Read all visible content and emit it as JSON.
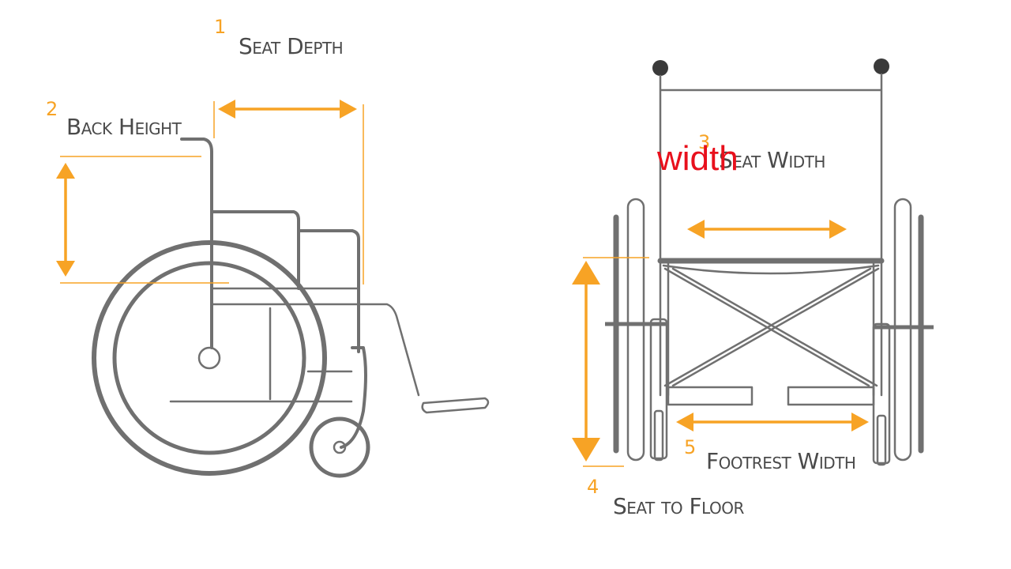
{
  "colors": {
    "accent": "#f7a325",
    "frame": "#707070",
    "label": "#4a4a4a",
    "annotation": "#e8101c",
    "background": "#ffffff"
  },
  "measurements": [
    {
      "number": "1",
      "label": "Seat Depth"
    },
    {
      "number": "2",
      "label": "Back Height"
    },
    {
      "number": "3",
      "label": "Seat Width"
    },
    {
      "number": "4",
      "label": "Seat to Floor"
    },
    {
      "number": "5",
      "label": "Footrest Width"
    }
  ],
  "annotation": {
    "text": "width"
  }
}
